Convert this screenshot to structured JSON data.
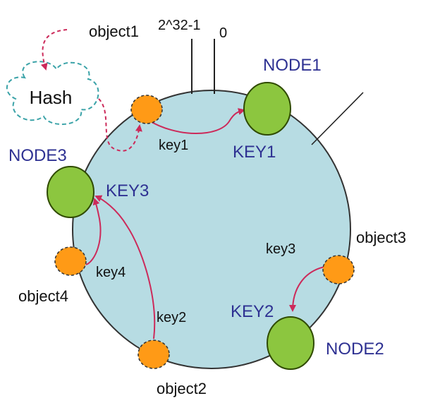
{
  "colors": {
    "ring_fill": "#b7dce3",
    "ring_stroke": "#333333",
    "node_fill": "#8cc63f",
    "node_stroke": "#2f4a00",
    "object_fill": "#ff9a16",
    "arrow": "#cc2a5a",
    "blue_text": "#2e3192",
    "cloud_stroke": "#3ba3a8"
  },
  "hash_label": "Hash",
  "top_labels": {
    "max": "2^32-1",
    "zero": "0"
  },
  "nodes": [
    {
      "id": "node1",
      "name": "NODE1",
      "key_label": "KEY1"
    },
    {
      "id": "node2",
      "name": "NODE2",
      "key_label": "KEY2"
    },
    {
      "id": "node3",
      "name": "NODE3",
      "key_label": "KEY3"
    }
  ],
  "objects": [
    {
      "id": "object1",
      "name": "object1",
      "key": "key1"
    },
    {
      "id": "object2",
      "name": "object2",
      "key": "key2"
    },
    {
      "id": "object3",
      "name": "object3",
      "key": "key3"
    },
    {
      "id": "object4",
      "name": "object4",
      "key": "key4"
    }
  ]
}
